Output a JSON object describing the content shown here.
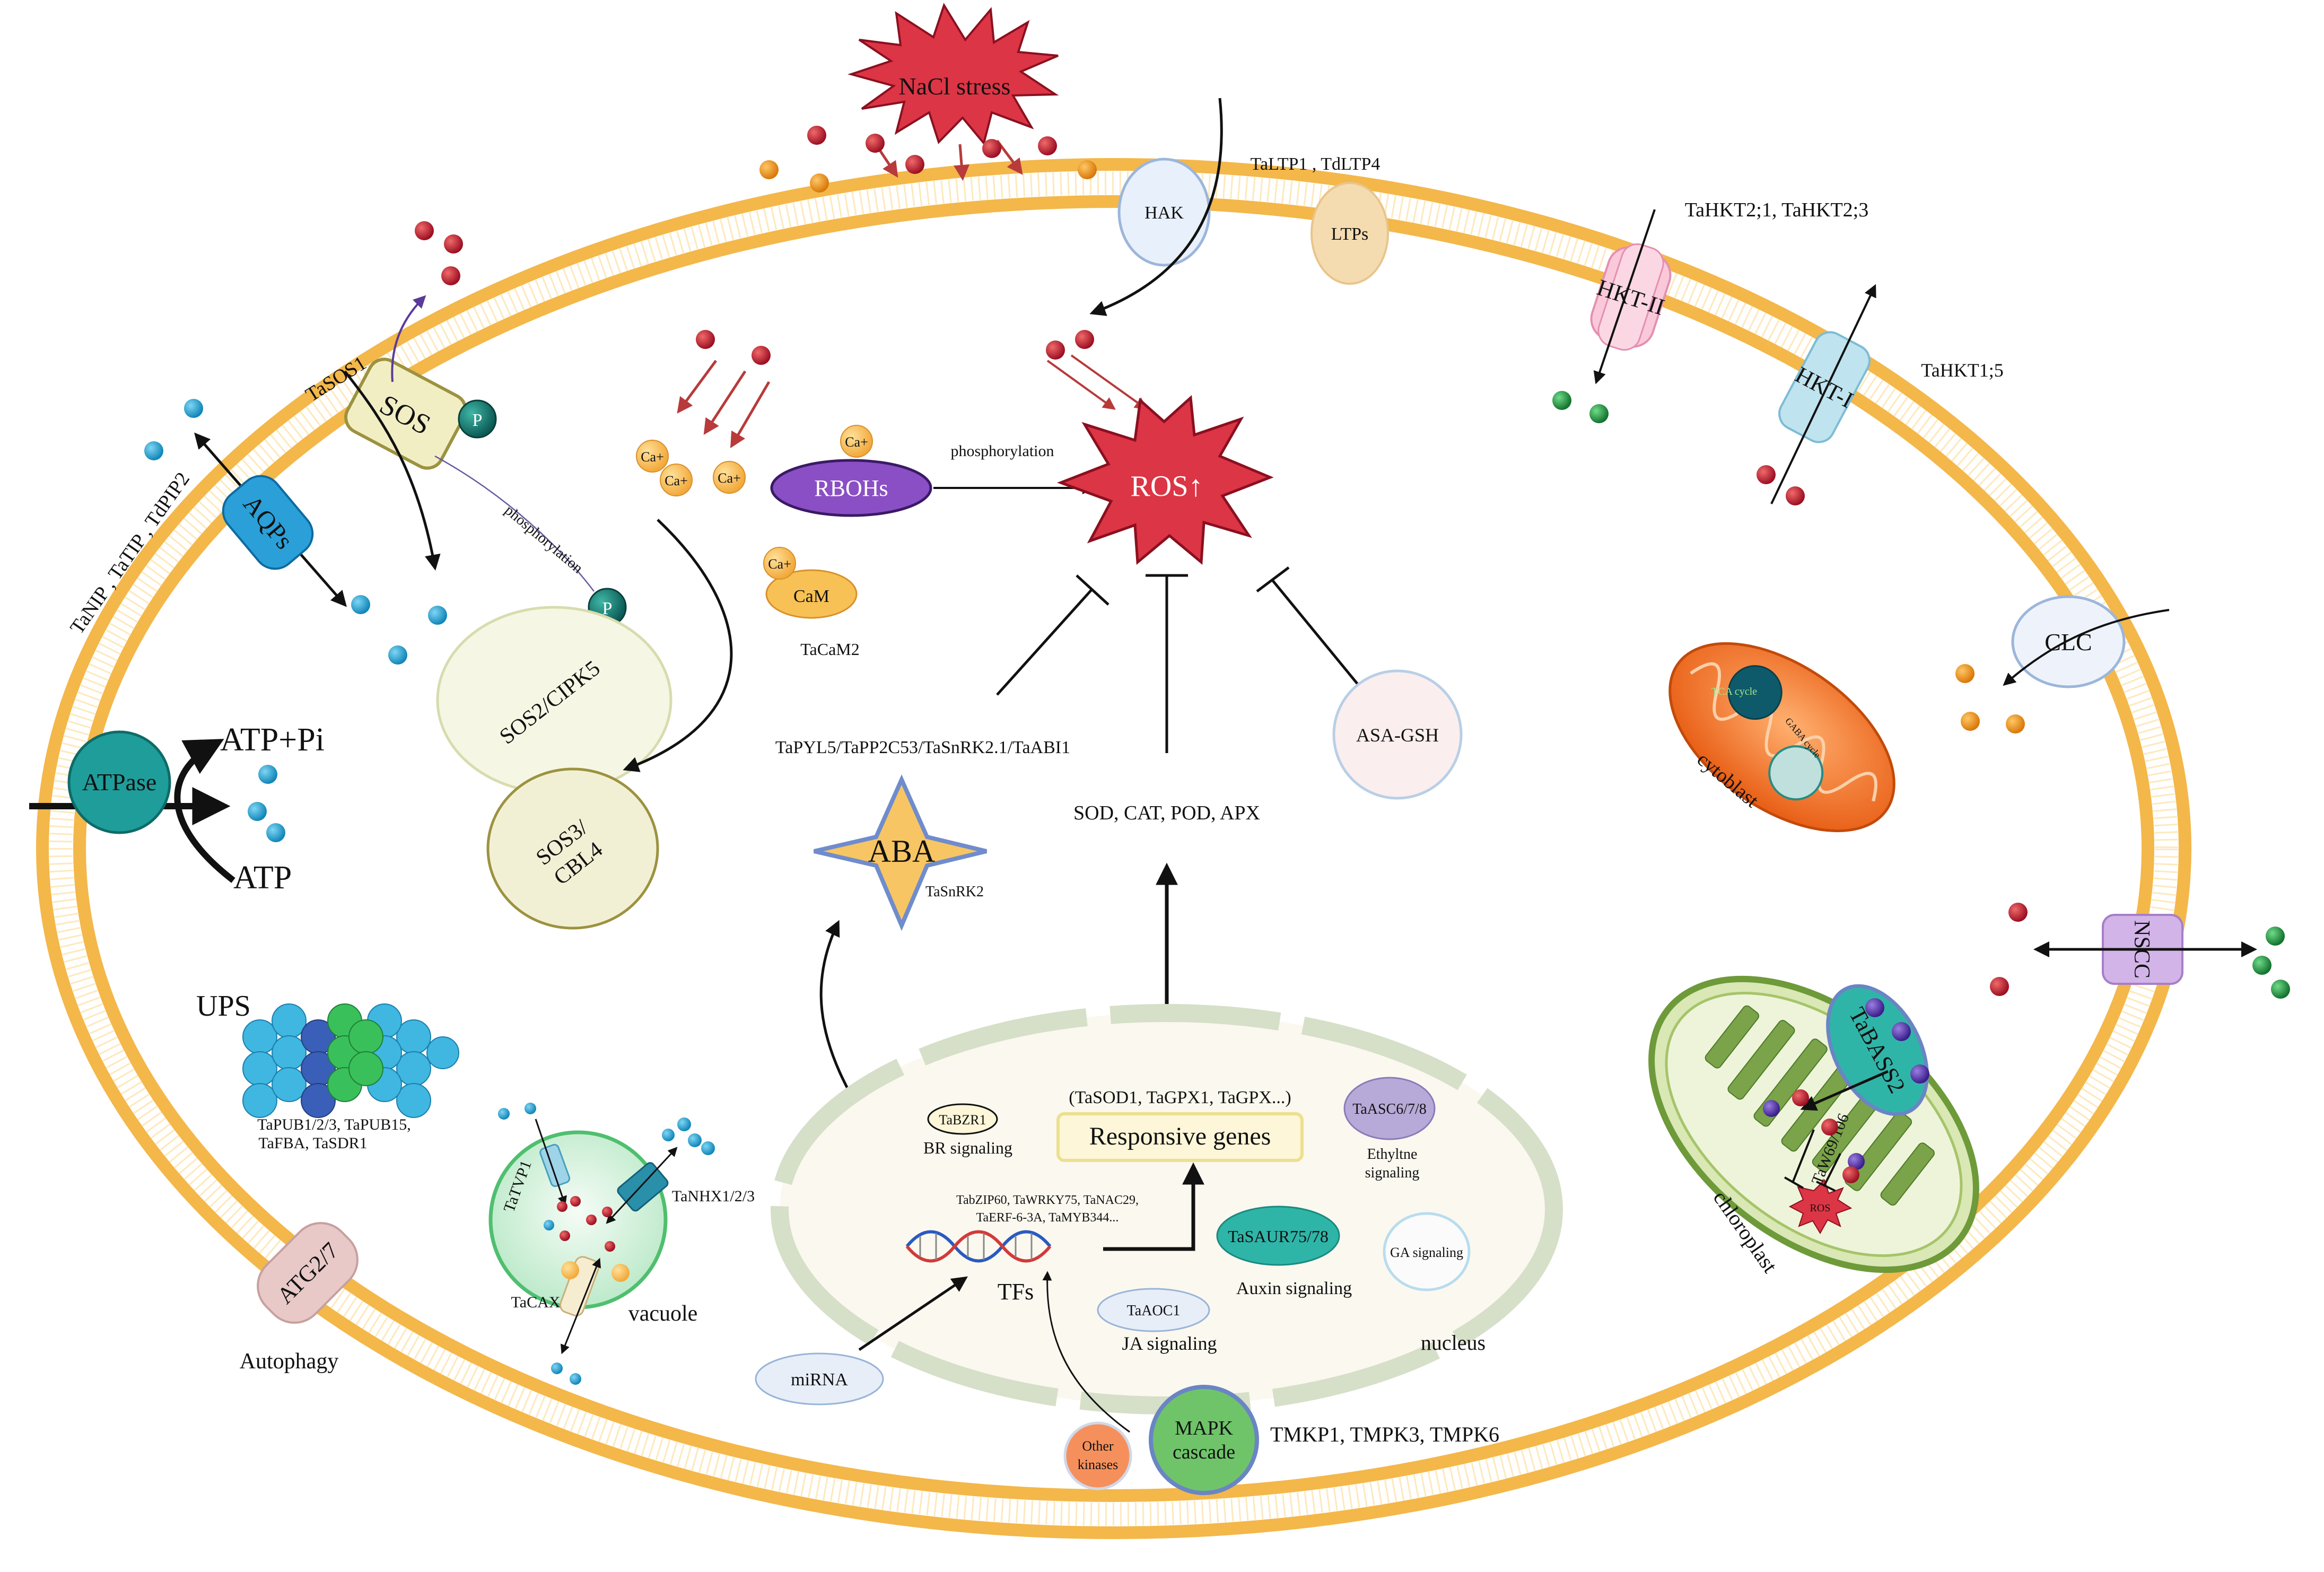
{
  "colors": {
    "membrane": "#f3b74a",
    "membrane_inner": "#fde9bd",
    "na_ion": "#b5122a",
    "cl_ion": "#e8890a",
    "k_ion": "#1e8a3b",
    "h_ion": "#1b9fd1",
    "burst_red": "#dc3545",
    "arrow": "#111111",
    "arrow_red": "#b83a3a"
  },
  "labels": {
    "nacl_stress": "NaCl stress",
    "hak": "HAK",
    "ltps": "LTPs",
    "ltp_genes": "TaLTP1 , TdLTP4",
    "hkt2": "HKT-II",
    "hkt2_genes": "TaHKT2;1, TaHKT2;3",
    "hkt1": "HKT-I",
    "hkt1_genes": "TaHKT1;5",
    "clc": "CLC",
    "nscc": "NSCC",
    "sos": "SOS",
    "tasos1": "TaSOS1",
    "p": "P",
    "phosphorylation": "phosphorylation",
    "aqps": "AQPs",
    "aqp_genes": "TaNIP , TaTIP , TdPIP2",
    "atpase": "ATPase",
    "atp_pi": "ATP+Pi",
    "atp": "ATP",
    "sos2": "SOS2/CIPK5",
    "sos3_l1": "SOS3/",
    "sos3_l2": "CBL4",
    "ca": "Ca+",
    "rbohs": "RBOHs",
    "rboh_phos": "phosphorylation",
    "ros": "ROS↑",
    "cam": "CaM",
    "tacam2": "TaCaM2",
    "aba_genes": "TaPYL5/TaPP2C53/TaSnRK2.1/TaABI1",
    "antioxidants": "SOD, CAT, POD, APX",
    "asa_gsh": "ASA-GSH",
    "aba": "ABA",
    "tasnrk2": "TaSnRK2",
    "tca": "TCA cycle",
    "gaba": "GABA cycle",
    "cytoblast": "cytoblast",
    "ups": "UPS",
    "ups_genes_1": "TaPUB1/2/3, TaPUB15,",
    "ups_genes_2": "TaFBA, TaSDR1",
    "atg": "ATG2/7",
    "autophagy": "Autophagy",
    "tatvp1": "TaTVP1",
    "tanhx": "TaNHX1/2/3",
    "tacax": "TaCAX",
    "vacuole": "vacuole",
    "tabzr1": "TaBZR1",
    "br": "BR signaling",
    "responsive_genes_list": "(TaSOD1, TaGPX1, TaGPX...)",
    "responsive_genes": "Responsive genes",
    "taasc": "TaASC6/7/8",
    "ethylene_1": "Ethyltne",
    "ethylene_2": "signaling",
    "tf_genes_1": "TabZIP60,  TaWRKY75, TaNAC29,",
    "tf_genes_2": "TaERF-6-3A, TaMYB344...",
    "tfs": "TFs",
    "tasaur": "TaSAUR75/78",
    "auxin": "Auxin signaling",
    "ga": "GA signaling",
    "taaoc1": "TaAOC1",
    "ja": "JA signaling",
    "nucleus": "nucleus",
    "mirna": "miRNA",
    "other_kinases_1": "Other",
    "other_kinases_2": "kinases",
    "mapk_1": "MAPK",
    "mapk_2": "cascade",
    "mapk_genes": "TMKP1, TMPK3, TMPK6",
    "tabass2": "TaBASS2",
    "taw": "TaW69/106",
    "ros_small": "ROS",
    "chloroplast": "chloroplast"
  }
}
